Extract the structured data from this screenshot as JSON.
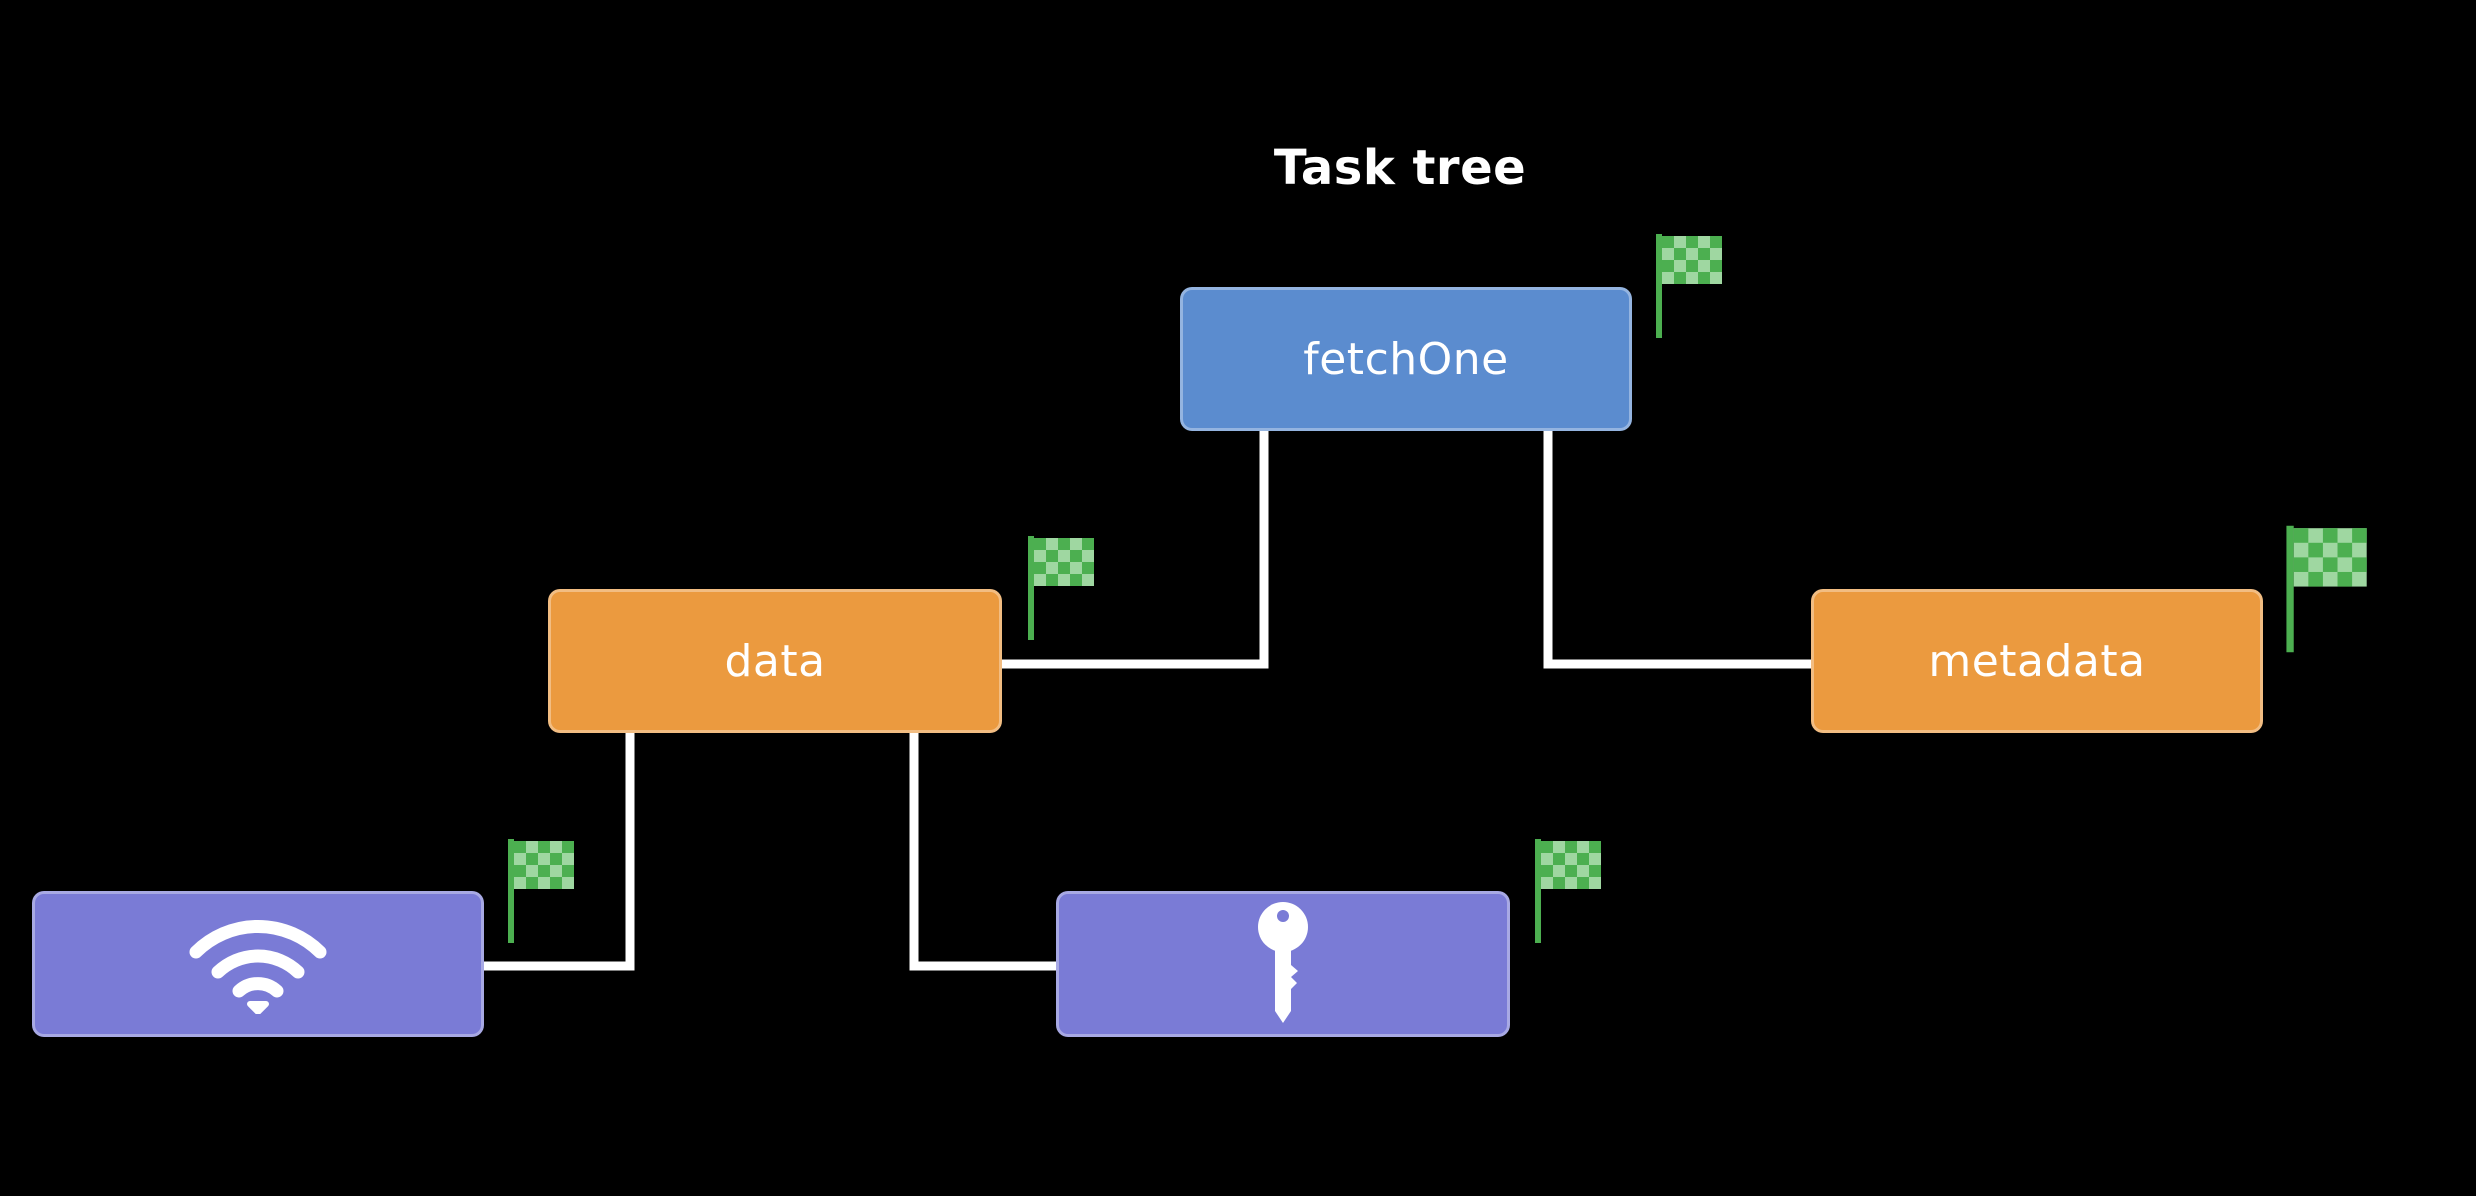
{
  "title": "Task tree",
  "colors": {
    "background": "#000000",
    "root_task": "#5b8ccf",
    "child_task": "#eb9a3f",
    "leaf_task": "#7a7bd6",
    "connector": "#ffffff",
    "flag_checker": "#4caf50",
    "flag_pole": "#4caf50"
  },
  "nodes": {
    "root": {
      "label": "fetchOne",
      "completed": true
    },
    "data": {
      "label": "data",
      "completed": true
    },
    "metadata": {
      "label": "metadata",
      "completed": true
    },
    "network": {
      "icon": "wifi-icon",
      "completed": true
    },
    "keychain": {
      "icon": "key-icon",
      "completed": true
    }
  },
  "completion_marker_icon": "checkered-flag-icon"
}
